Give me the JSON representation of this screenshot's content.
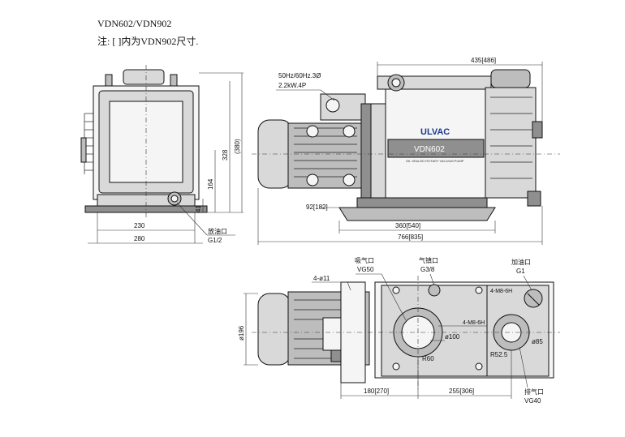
{
  "header": {
    "title": "VDN602/VDN902",
    "note": "注:  [ ]内为VDN902尺寸."
  },
  "motor_spec": {
    "line1": "50Hz/60Hz.3Ø",
    "line2": "2.2kW.4P"
  },
  "brand": {
    "name": "ULVAC",
    "model": "VDN602",
    "tagline": "OIL SEALED ROTARY VACUUM PUMP"
  },
  "front_view": {
    "width_inner": "230",
    "width_outer": "280",
    "height_total": "328",
    "height_alt": "(380)",
    "height_mid": "164",
    "height_low": "41",
    "drain_label": "放油口",
    "drain_size": "G1/2"
  },
  "side_view": {
    "length_top": "435[486]",
    "base_length": "360[540]",
    "total_length": "766[835]",
    "foot_height": "92[182]"
  },
  "top_view": {
    "hole": "4-ø11",
    "intake_label": "吸气口",
    "intake_size": "VG50",
    "gas_ballast_label": "气镇口",
    "gas_ballast_size": "G3/8",
    "oil_fill_label": "加油口",
    "oil_fill_size": "G1",
    "thread_top": "4-M8-6H",
    "thread_mid": "4-M8-6H",
    "dia_100": "ø100",
    "dia_85": "ø85",
    "r60": "R60",
    "r52": "R52.5",
    "dia_196": "ø196",
    "dim_left": "180[270]",
    "dim_right": "255[306]",
    "exhaust_label": "排气口",
    "exhaust_size": "VG40"
  }
}
